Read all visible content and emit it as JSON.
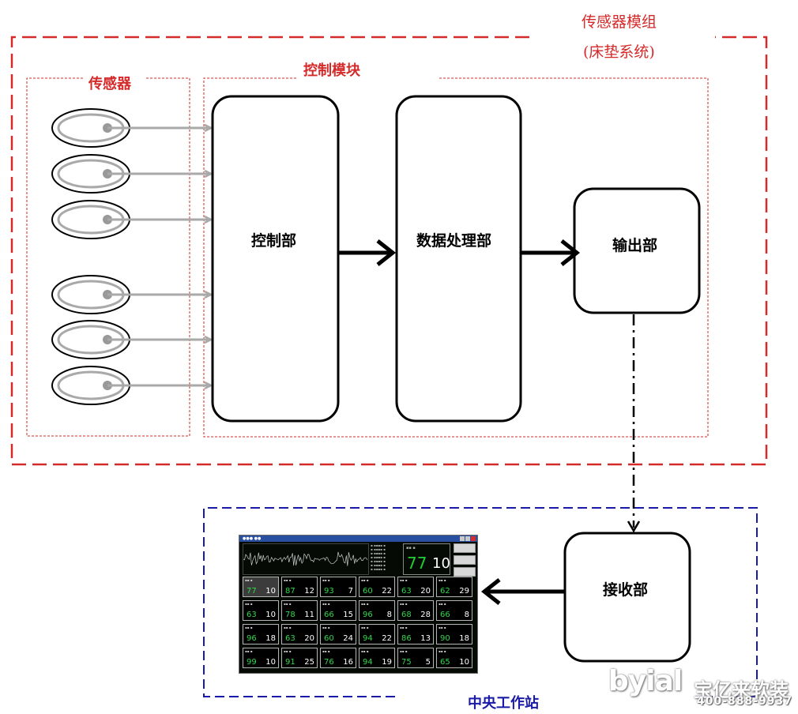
{
  "labels": {
    "sensor_module_title": "传感器模组",
    "sensor_module_subtitle": "(床垫系统)",
    "sensors_title": "传感器",
    "control_module_title": "控制模块",
    "control_unit": "控制部",
    "data_processing_unit": "数据处理部",
    "output_unit": "输出部",
    "receiver_unit": "接收部",
    "central_station": "中央工作站"
  },
  "colors": {
    "red": "#d42a2a",
    "blue": "#1a1aa8",
    "gray_arrow": "#a9a9a9",
    "black": "#000000",
    "monitor_green": "#2fd84a"
  },
  "monitor": {
    "main_values": [
      "77",
      "10"
    ],
    "cells": [
      [
        "77",
        "10"
      ],
      [
        "87",
        "12"
      ],
      [
        "93",
        "7"
      ],
      [
        "60",
        "22"
      ],
      [
        "63",
        "20"
      ],
      [
        "62",
        "29"
      ],
      [
        "63",
        "10"
      ],
      [
        "78",
        "11"
      ],
      [
        "66",
        "15"
      ],
      [
        "96",
        "8"
      ],
      [
        "68",
        "28"
      ],
      [
        "66",
        "8"
      ],
      [
        "96",
        "18"
      ],
      [
        "63",
        "20"
      ],
      [
        "60",
        "24"
      ],
      [
        "94",
        "22"
      ],
      [
        "86",
        "13"
      ],
      [
        "90",
        "18"
      ],
      [
        "99",
        "10"
      ],
      [
        "91",
        "25"
      ],
      [
        "76",
        "16"
      ],
      [
        "94",
        "19"
      ],
      [
        "75",
        "5"
      ],
      [
        "65",
        "10"
      ]
    ]
  },
  "watermark": {
    "brand": "byial",
    "cn": "宝亿来软装",
    "phone": "400-888-9937"
  }
}
